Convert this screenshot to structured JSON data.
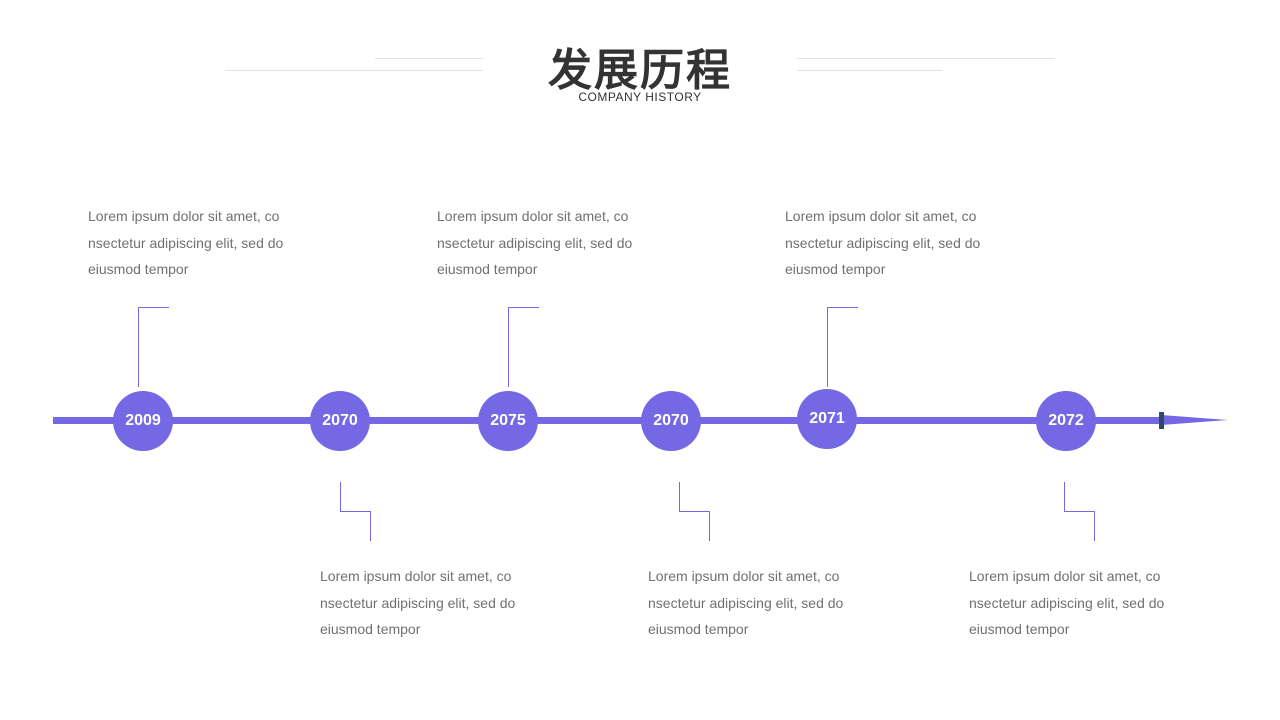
{
  "header": {
    "title": "发展历程",
    "subtitle": "COMPANY  HISTORY"
  },
  "colors": {
    "accent": "#7468e4",
    "axis_tick": "#2d4a6e",
    "text": "#707070",
    "title": "#333333"
  },
  "timeline": {
    "nodes": [
      {
        "year": "2009",
        "text": "Lorem ipsum dolor sit amet, co nsectetur adipiscing elit, sed do eiusmod tempor"
      },
      {
        "year": "2070",
        "text": "Lorem ipsum dolor sit amet, co nsectetur adipiscing elit, sed do eiusmod tempor"
      },
      {
        "year": "2075",
        "text": "Lorem ipsum dolor sit amet, co nsectetur adipiscing elit, sed do eiusmod tempor"
      },
      {
        "year": "2070",
        "text": "Lorem ipsum dolor sit amet, co nsectetur adipiscing elit, sed do eiusmod tempor"
      },
      {
        "year": "2071",
        "text": "Lorem ipsum dolor sit amet, co nsectetur adipiscing elit, sed do eiusmod tempor"
      },
      {
        "year": "2072",
        "text": "Lorem ipsum dolor sit amet, co nsectetur adipiscing elit, sed do eiusmod tempor"
      }
    ]
  }
}
